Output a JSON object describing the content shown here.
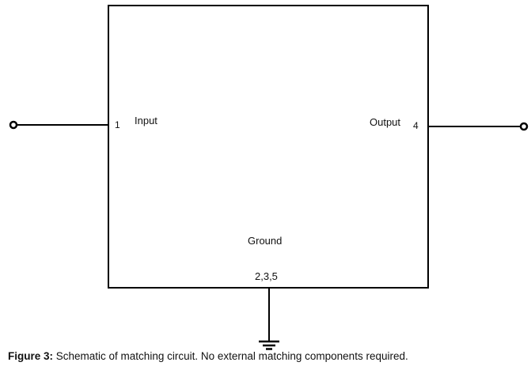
{
  "figure": {
    "block": {
      "description": "matching circuit block"
    },
    "pins": {
      "input": {
        "number": "1",
        "label": "Input"
      },
      "output": {
        "number": "4",
        "label": "Output"
      },
      "ground": {
        "numbers": "2,3,5",
        "label": "Ground"
      }
    },
    "colors": {
      "line": "#000000",
      "background": "#ffffff",
      "text": "#111111"
    }
  },
  "caption": {
    "prefix": "Figure 3:",
    "text": " Schematic of matching circuit. No external matching components required."
  }
}
